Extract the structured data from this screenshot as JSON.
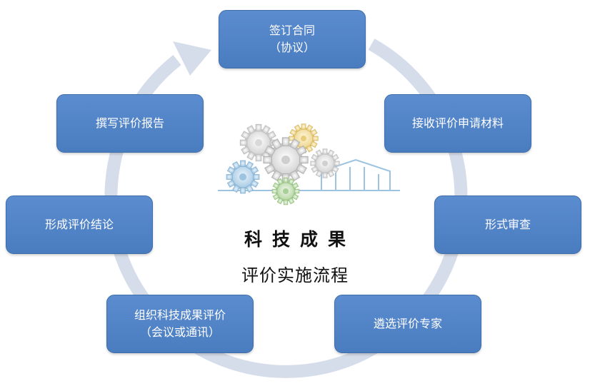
{
  "steps": [
    {
      "lines": [
        "签订合同",
        "（协议）"
      ]
    },
    {
      "lines": [
        "接收评价申请材料"
      ]
    },
    {
      "lines": [
        "形式审查"
      ]
    },
    {
      "lines": [
        "遴选评价专家"
      ]
    },
    {
      "lines": [
        "组织科技成果评价",
        "（会议或通讯）"
      ]
    },
    {
      "lines": [
        "形成评价结论"
      ]
    },
    {
      "lines": [
        "撰写评价报告"
      ]
    }
  ],
  "center": {
    "line1": "科技成果",
    "line2": "评价实施流程"
  },
  "colors": {
    "box_fill": "#4f81bd",
    "box_text": "#ffffff",
    "ring": "#d5dcea",
    "center_text": "#111111"
  },
  "icons": [
    "gears-icon",
    "house-outline-icon"
  ]
}
